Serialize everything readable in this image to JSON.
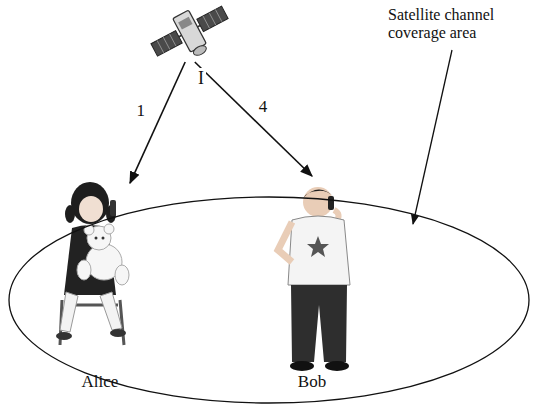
{
  "diagram": {
    "nodes": [
      {
        "text": [
          "I"
        ]
      },
      {
        "text": [
          "Satellite channel coverage area"
        ]
      },
      {
        "text": [
          "Alice"
        ],
        "in": 1
      },
      {
        "text": [
          "Bob"
        ],
        "in": 1
      }
    ],
    "edges": [
      {
        "from": 0,
        "to": 2,
        "label": "1",
        "arrow": "to"
      },
      {
        "from": 0,
        "to": 3,
        "label": "4",
        "arrow": "to"
      }
    ]
  }
}
